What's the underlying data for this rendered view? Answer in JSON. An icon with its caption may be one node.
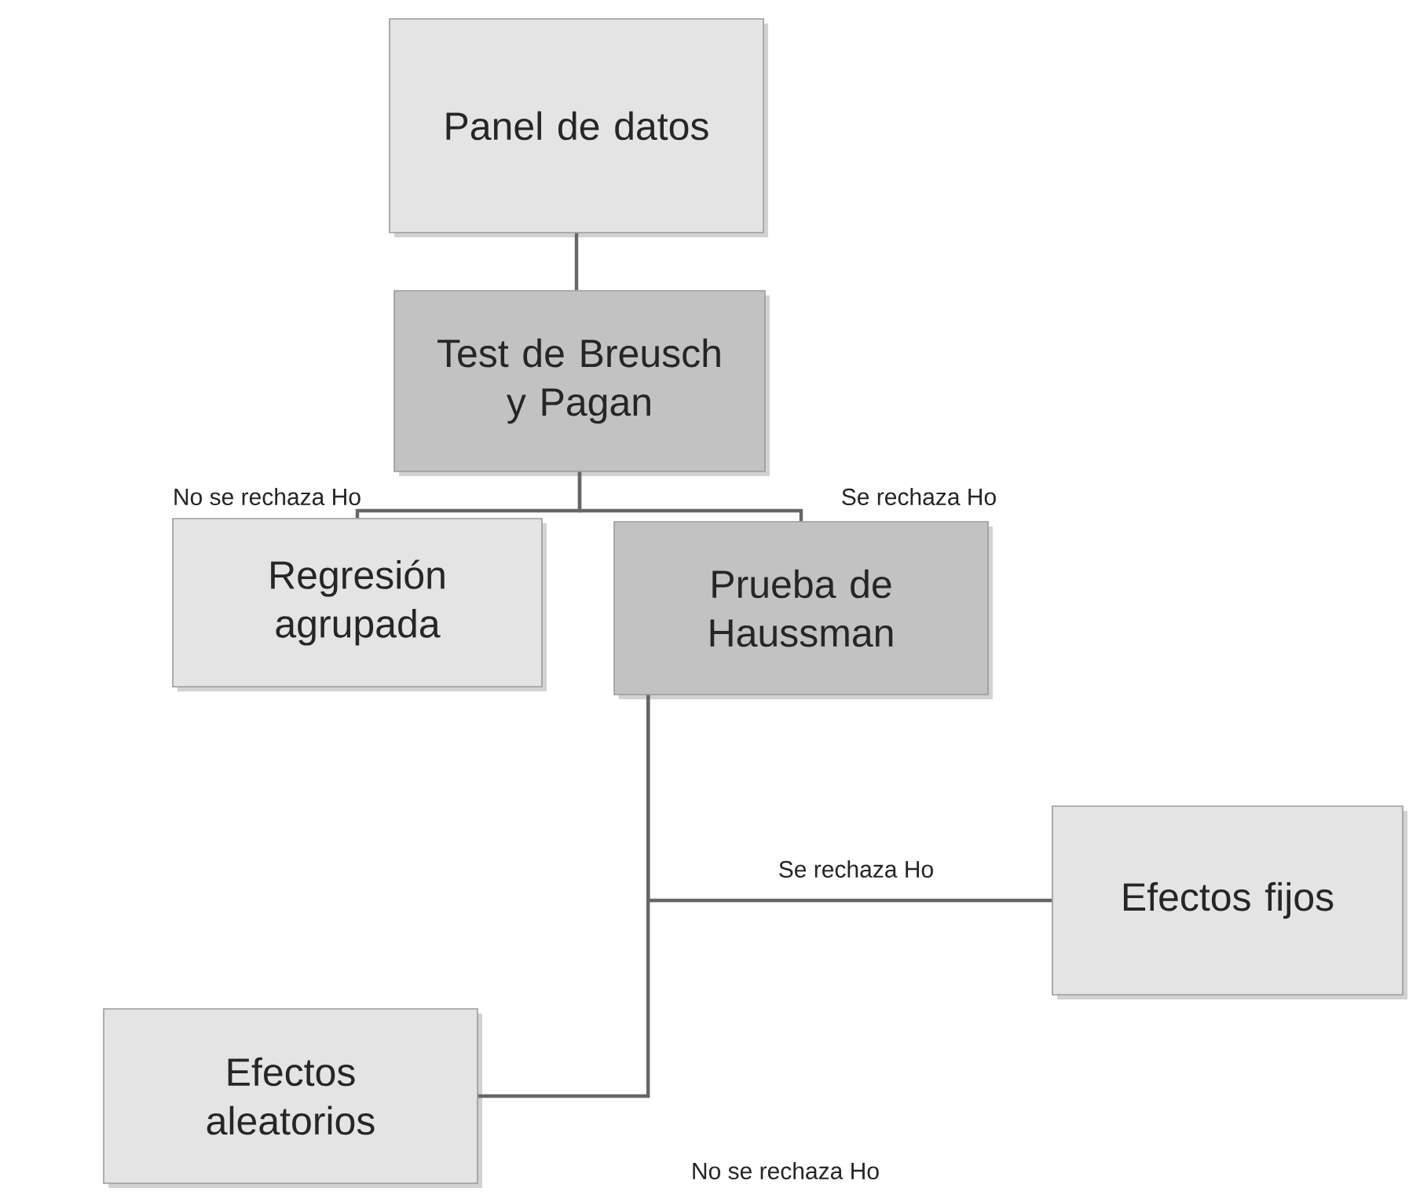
{
  "diagram": {
    "nodes": [
      {
        "text": [
          "Panel de datos"
        ]
      },
      {
        "text": [
          "Test de Breusch y Pagan"
        ]
      },
      {
        "text": [
          "Regresión agrupada"
        ]
      },
      {
        "text": [
          "Prueba de Haussman"
        ]
      },
      {
        "text": [
          "Efectos fijos"
        ]
      },
      {
        "text": [
          "Efectos aleatorios"
        ]
      }
    ],
    "edges": [
      {
        "from": 0,
        "to": 1,
        "arrow": "none"
      },
      {
        "from": 1,
        "to": 2,
        "arrow": "none",
        "label": "No se rechaza Ho"
      },
      {
        "from": 1,
        "to": 3,
        "arrow": "none",
        "label": "Se rechaza Ho"
      },
      {
        "from": 3,
        "to": 4,
        "arrow": "none",
        "label": "Se rechaza Ho"
      },
      {
        "from": 3,
        "to": 5,
        "arrow": "none",
        "label": "No se rechaza Ho"
      }
    ]
  }
}
